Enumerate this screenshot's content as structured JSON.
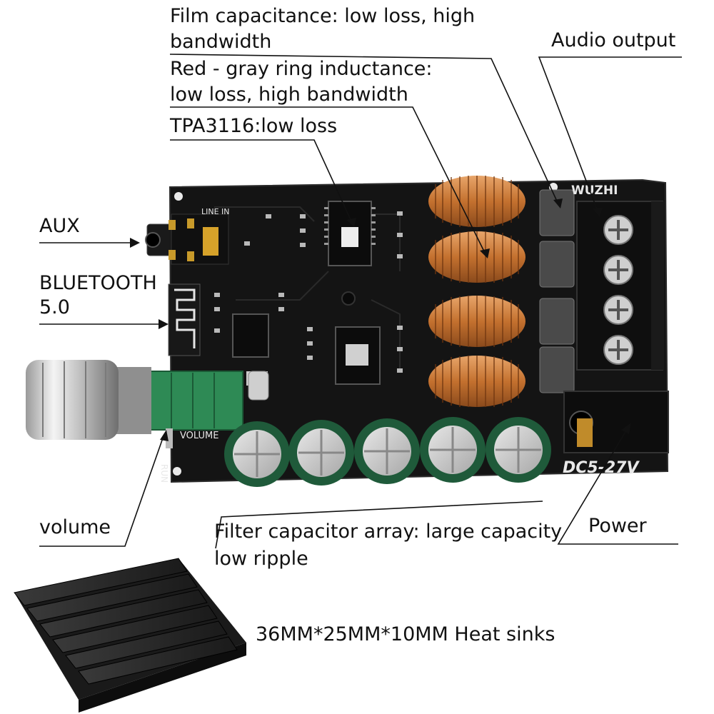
{
  "labels": {
    "film_line1": "Film capacitance: low loss, high",
    "film_line2": "bandwidth",
    "inductor_line1": "Red - gray ring inductance:",
    "inductor_line2": "low loss, high bandwidth",
    "chip": "TPA3116:low loss",
    "audio_output": "Audio output",
    "aux": "AUX",
    "bluetooth_line1": "BLUETOOTH",
    "bluetooth_line2": "5.0",
    "volume": "volume",
    "filter_line1": "Filter capacitor array: large capacity",
    "filter_line2": "low ripple",
    "power": "Power",
    "heatsink": "36MM*25MM*10MM Heat sinks"
  },
  "board_silkscreen": {
    "brand": "WUZHI",
    "line_in": "LINE IN",
    "volume": "VOLUME",
    "voltage": "DC5-27V",
    "run": "RUN"
  },
  "colors": {
    "board": "#141414",
    "copper_coil": "#c9773a",
    "capacitor_green": "#1f5a3a",
    "potentiometer": "#2e8a55",
    "film_cap": "#4a4a4a",
    "heatsink": "#2b2b2b"
  }
}
